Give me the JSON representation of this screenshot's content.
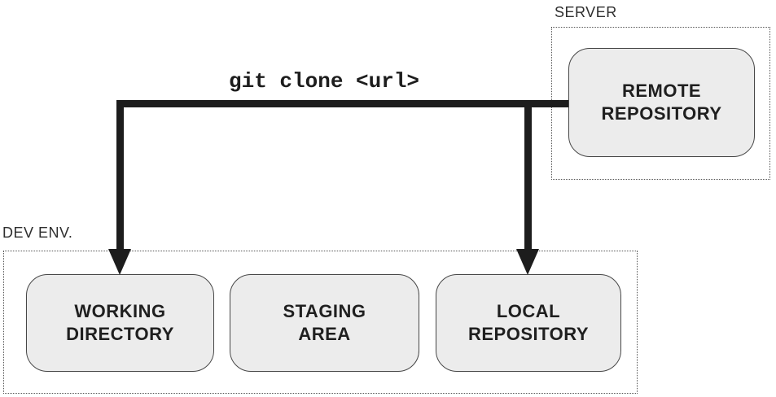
{
  "diagram": {
    "command_label": "git clone <url>",
    "groups": {
      "server": {
        "label": "SERVER"
      },
      "dev_env": {
        "label": "DEV ENV."
      }
    },
    "nodes": {
      "remote_repository": {
        "lines": [
          "REMOTE",
          "REPOSITORY"
        ]
      },
      "working_directory": {
        "lines": [
          "WORKING",
          "DIRECTORY"
        ]
      },
      "staging_area": {
        "lines": [
          "STAGING",
          "AREA"
        ]
      },
      "local_repository": {
        "lines": [
          "LOCAL",
          "REPOSITORY"
        ]
      }
    },
    "colors": {
      "node_fill": "#ececec",
      "node_border": "#474747",
      "arrow": "#1d1d1d",
      "group_border": "#555555",
      "text": "#1f1f1f"
    }
  }
}
